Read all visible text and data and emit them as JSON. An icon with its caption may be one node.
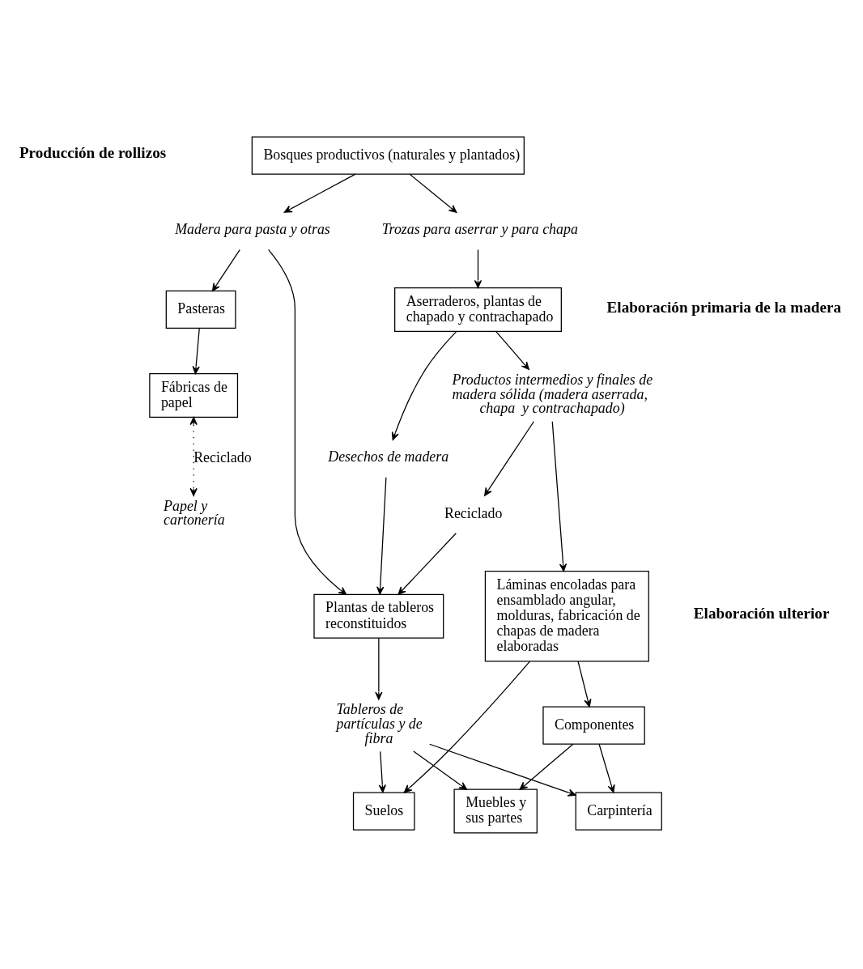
{
  "diagram": {
    "nodes": [
      {
        "text": [
          "Bosques productivos (naturales y plantados)"
        ]
      },
      {
        "text": [
          "Trozas para aserrar y para chapa"
        ]
      },
      {
        "text": [
          "Madera para pasta y otras"
        ]
      },
      {
        "text": [
          "Aserraderos, plantas de chapado y contrachapado"
        ]
      },
      {
        "text": [
          "Plantas de tableros reconstituidos"
        ]
      },
      {
        "text": [
          "Pasteras"
        ]
      },
      {
        "text": [
          "Desechos de madera"
        ]
      },
      {
        "text": [
          "Fábricas de papel"
        ]
      },
      {
        "text": [
          "Reciclado"
        ]
      },
      {
        "text": [
          "Productos intermedios y finales de madera sólida (madera aserrada, chapa  y contrachapado)"
        ]
      },
      {
        "text": [
          "Tableros de partículas y de fibra"
        ]
      },
      {
        "text": [
          "Papel y cartonería"
        ]
      },
      {
        "text": [
          "Láminas encoladas para ensamblado angular, molduras, fabricación de chapas de madera elaboradas"
        ]
      },
      {
        "text": [
          "Suelos"
        ]
      },
      {
        "text": [
          "Componentes"
        ]
      },
      {
        "text": [
          "Carpintería"
        ]
      },
      {
        "text": [
          "Muebles y sus partes"
        ]
      }
    ],
    "edges": [
      {
        "from": 0,
        "to": 1,
        "arrow": "to"
      },
      {
        "from": 0,
        "to": 2,
        "arrow": "to"
      },
      {
        "from": 1,
        "to": 3,
        "arrow": "to"
      },
      {
        "from": 2,
        "to": 4,
        "arrow": "to"
      },
      {
        "from": 2,
        "to": 5,
        "arrow": "to"
      },
      {
        "from": 3,
        "to": 6,
        "arrow": "to"
      },
      {
        "from": 3,
        "to": 9,
        "arrow": "to"
      },
      {
        "from": 6,
        "to": 4,
        "arrow": "to"
      },
      {
        "from": 8,
        "to": 4,
        "arrow": "to"
      },
      {
        "from": 9,
        "to": 8,
        "arrow": "to"
      },
      {
        "from": 4,
        "to": 10,
        "arrow": "to"
      },
      {
        "from": 5,
        "to": 7,
        "arrow": "to"
      },
      {
        "from": 7,
        "to": 11,
        "arrow": "both",
        "style": "dashed",
        "label": "Reciclado"
      },
      {
        "from": 9,
        "to": 12,
        "arrow": "to"
      },
      {
        "from": 12,
        "to": 13,
        "arrow": "to"
      },
      {
        "from": 10,
        "to": 13,
        "arrow": "to"
      },
      {
        "from": 12,
        "to": 14,
        "arrow": "to"
      },
      {
        "from": 14,
        "to": 15,
        "arrow": "to"
      },
      {
        "from": 14,
        "to": 16,
        "arrow": "to"
      },
      {
        "from": 10,
        "to": 15,
        "arrow": "to"
      },
      {
        "from": 10,
        "to": 16,
        "arrow": "to"
      }
    ],
    "labels": [
      "Producción de rollizos",
      "Elaboración primaria de la madera",
      "Elaboración ulterior"
    ]
  }
}
